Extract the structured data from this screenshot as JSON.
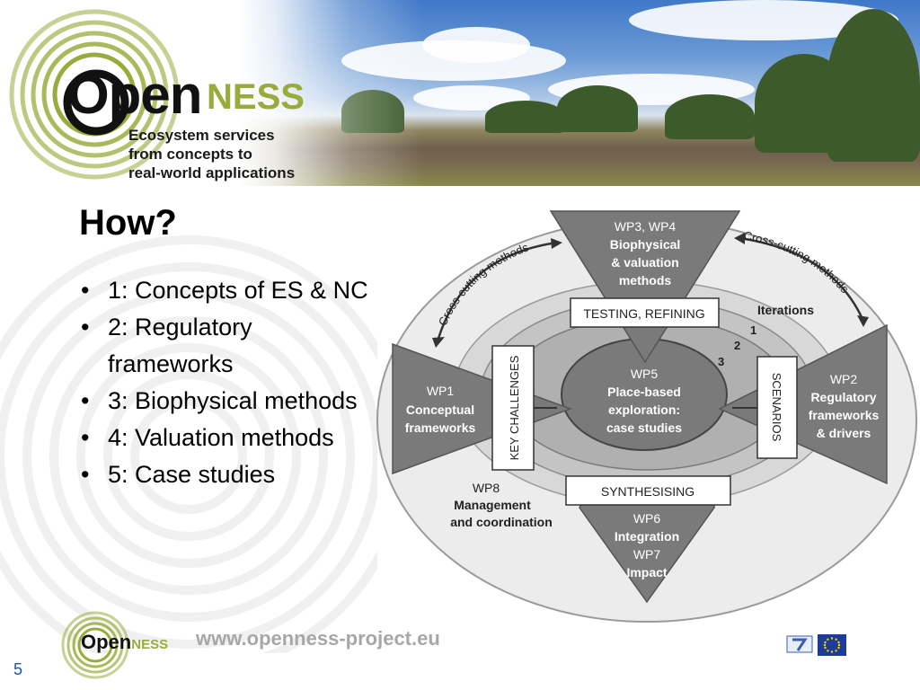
{
  "header": {
    "logo_open": "Open",
    "logo_ness": "NESS",
    "tagline": [
      "Ecosystem services",
      "from concepts to",
      "real-world applications"
    ]
  },
  "title": "How?",
  "bullets": [
    "1: Concepts of ES & NC",
    "2: Regulatory frameworks",
    "3: Biophysical methods",
    "4: Valuation methods",
    "5: Case studies"
  ],
  "diagram": {
    "top": [
      "WP3, WP4",
      "Biophysical",
      "& valuation",
      "methods"
    ],
    "left": [
      "WP1",
      "Conceptual",
      "frameworks"
    ],
    "right": [
      "WP2",
      "Regulatory",
      "frameworks",
      "& drivers"
    ],
    "bottom": [
      "WP6",
      "Integration",
      "WP7",
      "Impact"
    ],
    "center": [
      "WP5",
      "Place-based",
      "exploration:",
      "case studies"
    ],
    "management": [
      "WP8",
      "Management",
      "and coordination"
    ],
    "testing_label": "TESTING, REFINING",
    "synthesising_label": "SYNTHESISING",
    "key_challenges_label": "KEY CHALLENGES",
    "scenarios_label": "SCENARIOS",
    "iterations_label": "Iterations",
    "iteration_numbers": [
      "1",
      "2",
      "3"
    ],
    "cross_cutting_left": "Cross-cutting methods",
    "cross_cutting_right": "Cross-cutting methods"
  },
  "footer": {
    "logo_open": "Open",
    "logo_ness": "NESS",
    "url": "www.openness-project.eu",
    "page_number": "5"
  },
  "colors": {
    "ness_green": "#9aab3c",
    "page_number_blue": "#1f4fbf",
    "url_gray": "#a7a7a7",
    "diagram_dark": "#7a7a7a"
  }
}
